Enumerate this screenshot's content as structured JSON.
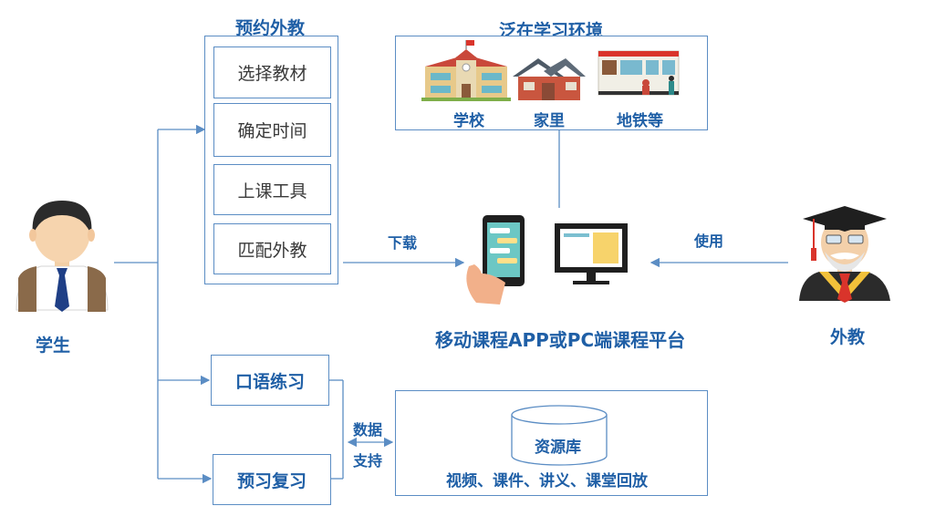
{
  "student": {
    "label": "学生"
  },
  "teacher": {
    "label": "外教"
  },
  "booking": {
    "title": "预约外教",
    "items": [
      "选择教材",
      "确定时间",
      "上课工具",
      "匹配外教"
    ]
  },
  "environment": {
    "title": "泛在学习环境",
    "places": [
      "学校",
      "家里",
      "地铁等"
    ]
  },
  "platform": {
    "label": "移动课程APP或PC端课程平台"
  },
  "edges": {
    "download": "下载",
    "use": "使用",
    "data": "数据",
    "support": "支持"
  },
  "speaking": {
    "label": "口语练习"
  },
  "review": {
    "label": "预习复习"
  },
  "resource": {
    "db_label": "资源库",
    "contents": "视频、课件、讲义、课堂回放"
  }
}
